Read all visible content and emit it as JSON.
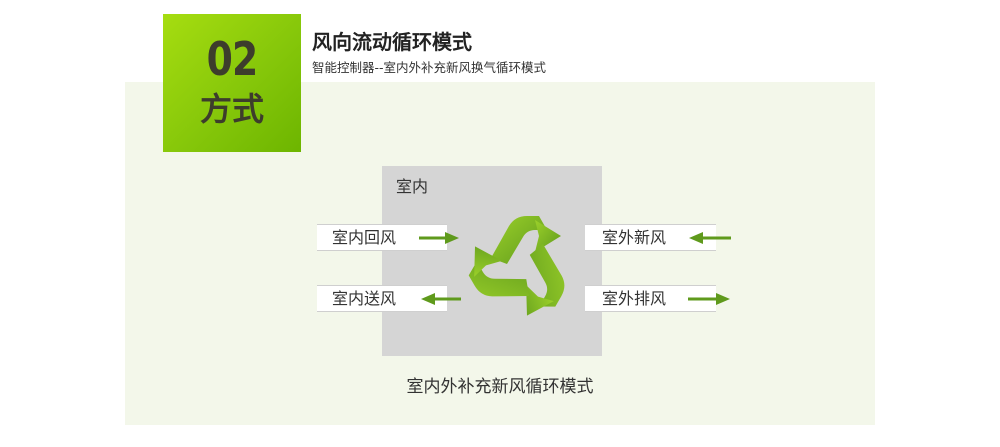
{
  "badge": {
    "number": "02",
    "word": "方式"
  },
  "header": {
    "title": "风向流动循环模式",
    "subtitle": "智能控制器--室内外补充新风换气循环模式"
  },
  "diagram": {
    "room_label": "室内",
    "flows": {
      "indoor_return": "室内回风",
      "indoor_supply": "室内送风",
      "outdoor_fresh": "室外新风",
      "outdoor_exhaust": "室外排风"
    },
    "center_icon": "recycle-icon"
  },
  "caption": "室内外补充新风循环模式",
  "colors": {
    "accent_green": "#86c70a",
    "arrow_green": "#5f9a1c",
    "room_gray": "#d5d5d5",
    "panel_bg": "#f3f7ea"
  }
}
